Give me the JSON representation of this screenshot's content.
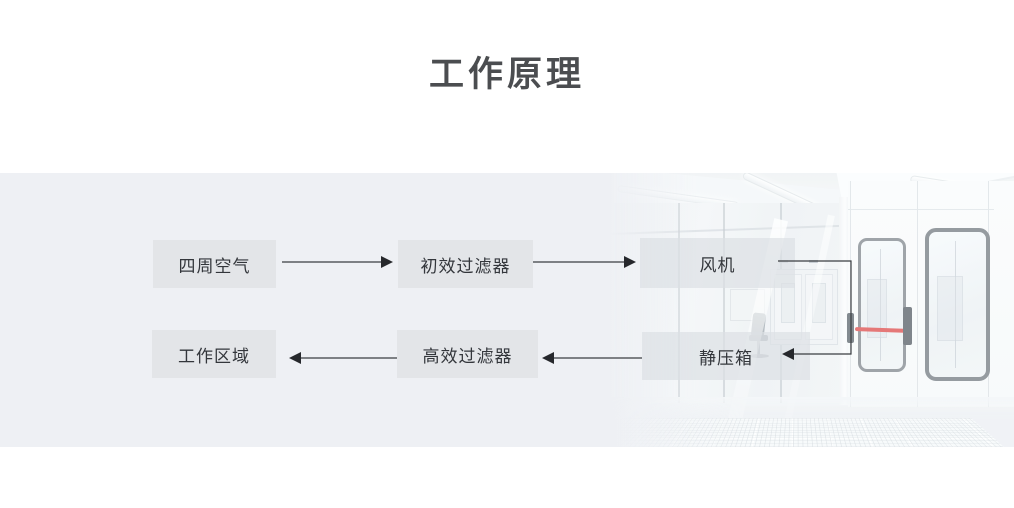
{
  "title": "工作原理",
  "diagram": {
    "nodes": [
      {
        "id": "ambient-air",
        "label": "四周空气"
      },
      {
        "id": "primary-filter",
        "label": "初效过滤器"
      },
      {
        "id": "fan",
        "label": "风机"
      },
      {
        "id": "work-area",
        "label": "工作区域"
      },
      {
        "id": "hepa-filter",
        "label": "高效过滤器"
      },
      {
        "id": "plenum-box",
        "label": "静压箱"
      }
    ],
    "edges": [
      {
        "from": "四周空气",
        "to": "初效过滤器"
      },
      {
        "from": "初效过滤器",
        "to": "风机"
      },
      {
        "from": "风机",
        "to": "静压箱"
      },
      {
        "from": "静压箱",
        "to": "高效过滤器"
      },
      {
        "from": "高效过滤器",
        "to": "工作区域"
      }
    ],
    "colors": {
      "panel_bg": "#eef0f4",
      "node_bg": "#e3e5e8",
      "node_text": "#33363b",
      "title_text": "#4b4d50",
      "arrow": "#303236",
      "photo_accent_red": "#e15b5b"
    }
  }
}
